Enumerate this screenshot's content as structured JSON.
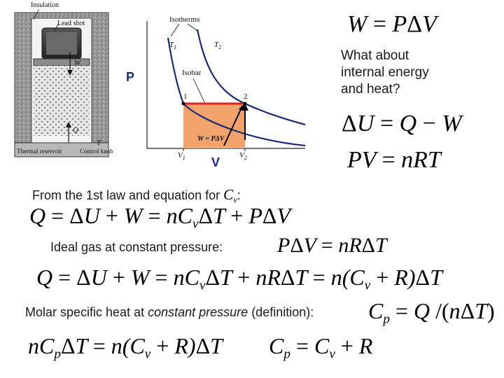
{
  "apparatus": {
    "insulation_label": "Insulation",
    "lead_shot_label": "Lead shot",
    "w_label": "W",
    "q_label": "Q",
    "thermal_reservoir_label": "Thermal reservoir",
    "t_label": "T",
    "control_knob_label": "Control knob"
  },
  "graph": {
    "isotherms_label": "Isotherms",
    "t1_label": "T1",
    "t2_label": "T2",
    "isobar_label": "Isobar",
    "point1_label": "1",
    "point2_label": "2",
    "work_label": "W = PΔV",
    "v1_label": "V1",
    "v2_label": "V2",
    "p_axis_label": "P",
    "v_axis_label": "V"
  },
  "question_text": [
    "What about",
    "internal energy",
    "and heat?"
  ],
  "first_law_intro": "From the 1st law and equation for",
  "first_law_intro_symbol": "Cv",
  "ideal_gas_intro": "Ideal gas at constant pressure:",
  "molar_heat_prefix": "Molar specific heat at",
  "molar_heat_emph": "constant pressure",
  "molar_heat_suffix": "(definition):",
  "colors": {
    "fill": "#f2a36b",
    "isobar": "#e02020",
    "label_blue": "#1a2a8a",
    "curve": "#1a2a7a"
  }
}
